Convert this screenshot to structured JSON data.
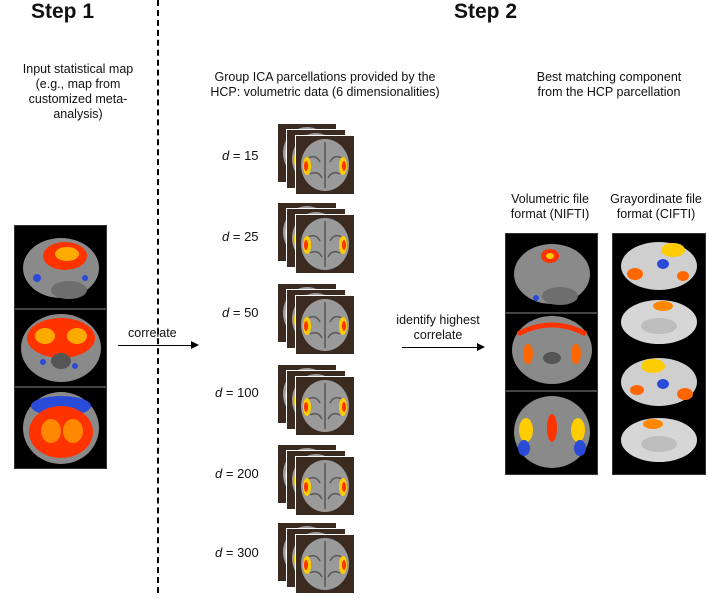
{
  "step1": {
    "title": "Step 1",
    "input_text": [
      "Input statistical map",
      "(e.g., map from",
      "customized meta-",
      "analysis)"
    ],
    "arrow_label": "correlate"
  },
  "step2": {
    "title": "Step 2",
    "group_text": [
      "Group ICA parcellations provided by the",
      "HCP: volumetric data (6 dimensionalities)"
    ],
    "dimensionalities": [
      {
        "prefix": "d",
        "value": "= 15"
      },
      {
        "prefix": "d",
        "value": "= 25"
      },
      {
        "prefix": "d",
        "value": "= 50"
      },
      {
        "prefix": "d",
        "value": "= 100"
      },
      {
        "prefix": "d",
        "value": "= 200"
      },
      {
        "prefix": "d",
        "value": "= 300"
      }
    ],
    "arrow_label": [
      "identify highest",
      "correlate"
    ],
    "best_text": [
      "Best matching component",
      "from the HCP parcellation"
    ],
    "volumetric_label": [
      "Volumetric file",
      "format (NIFTI)"
    ],
    "grayordinate_label": [
      "Grayordinate file",
      "format (CIFTI)"
    ]
  },
  "colors": {
    "activation_hot": "#ff3300",
    "activation_warm": "#ffcc00",
    "activation_cold": "#2a4bd7",
    "brain_gray": "#8a8a8a",
    "surface_gray": "#cfcfcf"
  }
}
